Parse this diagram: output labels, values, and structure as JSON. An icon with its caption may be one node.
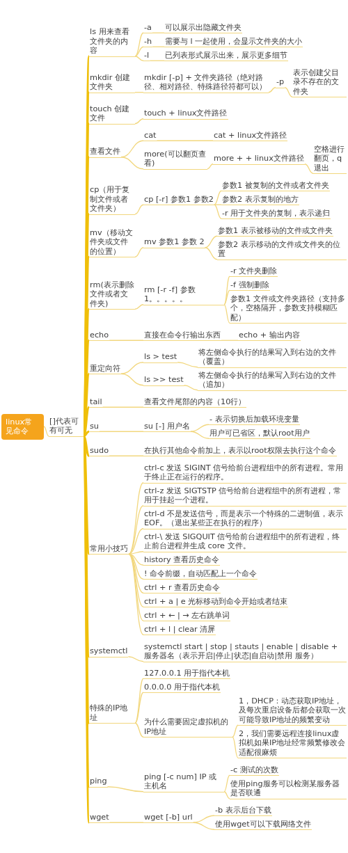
{
  "diagram": {
    "nodes": [
      {
        "text": [
          "linux常见命令"
        ]
      },
      {
        "text": [
          "[]代表可有可无"
        ]
      },
      {
        "text": [
          "ls 用来查看文件夹的内容"
        ]
      },
      {
        "text": [
          "-a"
        ]
      },
      {
        "text": [
          "可以展示出隐藏文件夹"
        ]
      },
      {
        "text": [
          "-h"
        ]
      },
      {
        "text": [
          "需要与 l 一起使用，会显示文件夹的大小"
        ]
      },
      {
        "text": [
          "-l"
        ]
      },
      {
        "text": [
          "已列表形式展示出来，展示更多细节"
        ]
      },
      {
        "text": [
          "mkdir 创建文件夹"
        ]
      },
      {
        "text": [
          "mkdir [-p] + 文件夹路径（绝对路径、相对路径、特殊路径符都可以）"
        ]
      },
      {
        "text": [
          "-p"
        ]
      },
      {
        "text": [
          "表示创建父目录不存在的文件夹"
        ]
      },
      {
        "text": [
          "touch 创建文件"
        ]
      },
      {
        "text": [
          "touch + linux文件路径"
        ]
      },
      {
        "text": [
          "查看文件"
        ]
      },
      {
        "text": [
          "cat"
        ]
      },
      {
        "text": [
          "cat + linux文件路径"
        ]
      },
      {
        "text": [
          "more(可以翻页查看)"
        ]
      },
      {
        "text": [
          "more + + linux文件路径"
        ]
      },
      {
        "text": [
          "空格进行翻页，q退出"
        ]
      },
      {
        "text": [
          "cp（用于复制文件或者文件夹）"
        ]
      },
      {
        "text": [
          "cp [-r] 参数1 参数2"
        ]
      },
      {
        "text": [
          "参数1 被复制的文件或者文件夹"
        ]
      },
      {
        "text": [
          "参数2 表示复制的地方"
        ]
      },
      {
        "text": [
          "-r 用于文件夹的复制，表示递归"
        ]
      },
      {
        "text": [
          "mv（移动文件夹或文件的位置）"
        ]
      },
      {
        "text": [
          "mv 参数1 参数 2"
        ]
      },
      {
        "text": [
          "参数1 表示被移动的文件或文件夹"
        ]
      },
      {
        "text": [
          "参数2 表示移动的文件或文件夹的位置"
        ]
      },
      {
        "text": [
          "rm(表示删除文件或者文件夹)"
        ]
      },
      {
        "text": [
          "rm [-r -f] 参数1。。。。。"
        ]
      },
      {
        "text": [
          "-r 文件夹删除"
        ]
      },
      {
        "text": [
          "-f 强制删除"
        ]
      },
      {
        "text": [
          "参数1 文件或文件夹路径（支持多个，空格隔开，参数支持模糊匹配）"
        ]
      },
      {
        "text": [
          "echo"
        ]
      },
      {
        "text": [
          "直接在命令行输出东西"
        ]
      },
      {
        "text": [
          "echo + 输出内容"
        ]
      },
      {
        "text": [
          "重定向符"
        ]
      },
      {
        "text": [
          "ls > test"
        ]
      },
      {
        "text": [
          "将左侧命令执行的结果写入到右边的文件（覆盖）"
        ]
      },
      {
        "text": [
          "ls >> test"
        ]
      },
      {
        "text": [
          "将左侧命令执行的结果写入到右边的文件（追加）"
        ]
      },
      {
        "text": [
          "tail"
        ]
      },
      {
        "text": [
          "查看文件尾部的内容（10行）"
        ]
      },
      {
        "text": [
          "su"
        ]
      },
      {
        "text": [
          "su [-] 用户名"
        ]
      },
      {
        "text": [
          "- 表示切换后加载环境变量"
        ]
      },
      {
        "text": [
          "用户可已省区，默认root用户"
        ]
      },
      {
        "text": [
          "sudo"
        ]
      },
      {
        "text": [
          "在执行其他命令前加上，表示以root权限去执行这个命令"
        ]
      },
      {
        "text": [
          "常用小技巧"
        ]
      },
      {
        "text": [
          "ctrl-c 发送 SIGINT 信号给前台进程组中的所有进程。常用于终止正在运行的程序。"
        ]
      },
      {
        "text": [
          "ctrl-z 发送 SIGTSTP 信号给前台进程组中的所有进程，常用于挂起一个进程。"
        ]
      },
      {
        "text": [
          "ctrl-d 不是发送信号，而是表示一个特殊的二进制值，表示 EOF。（退出某些正在执行的程序）"
        ]
      },
      {
        "text": [
          "ctrl-\\ 发送 SIGQUIT 信号给前台进程组中的所有进程，终止前台进程并生成 core 文件。"
        ]
      },
      {
        "text": [
          "history 查看历史命令"
        ]
      },
      {
        "text": [
          "! 命令前缀，自动匹配上一个命令"
        ]
      },
      {
        "text": [
          "ctrl + r 查看历史命令"
        ]
      },
      {
        "text": [
          "ctrl + a | e 光标移动到命令开始或者结束"
        ]
      },
      {
        "text": [
          "ctrl + ← | → 左右跳单词"
        ]
      },
      {
        "text": [
          "ctrl + l | clear 清屏"
        ]
      },
      {
        "text": [
          "systemctl"
        ]
      },
      {
        "text": [
          "systemctl start | stop | stauts | enable | disable + 服务器名（表示开启|停止|状态|自启动|禁用 服务）"
        ]
      },
      {
        "text": [
          "特殊的IP地址"
        ]
      },
      {
        "text": [
          "127.0.0.1 用于指代本机"
        ]
      },
      {
        "text": [
          "0.0.0.0 用于指代本机"
        ]
      },
      {
        "text": [
          "为什么需要固定虚拟机的IP地址"
        ]
      },
      {
        "text": [
          "1，DHCP：动态获取IP地址，及每次重启设备后都会获取一次可能导致IP地址的频繁变动"
        ]
      },
      {
        "text": [
          "2，我们需要远程连接linux虚拟机如果IP地址经常频繁修改会适配很麻烦"
        ]
      },
      {
        "text": [
          "ping"
        ]
      },
      {
        "text": [
          "ping [-c num] IP 或主机名"
        ]
      },
      {
        "text": [
          "-c 测试的次数"
        ]
      },
      {
        "text": [
          "使用ping服务可以检测某服务器是否联通"
        ]
      },
      {
        "text": [
          "wget"
        ]
      },
      {
        "text": [
          "wget [-b] url"
        ]
      },
      {
        "text": [
          "-b 表示后台下载"
        ]
      },
      {
        "text": [
          "使用wget可以下载网络文件"
        ]
      }
    ],
    "edges": [
      {
        "from": 0,
        "to": 1,
        "arrow": "none"
      },
      {
        "from": 1,
        "to": 2,
        "arrow": "none",
        "style": "thick",
        "color": "#efbf0a"
      },
      {
        "from": 2,
        "to": 3,
        "arrow": "none"
      },
      {
        "from": 3,
        "to": 4,
        "arrow": "none"
      },
      {
        "from": 2,
        "to": 5,
        "arrow": "none"
      },
      {
        "from": 5,
        "to": 6,
        "arrow": "none"
      },
      {
        "from": 2,
        "to": 7,
        "arrow": "none"
      },
      {
        "from": 7,
        "to": 8,
        "arrow": "none"
      },
      {
        "from": 1,
        "to": 9,
        "arrow": "none",
        "style": "thick",
        "color": "#efbf0a"
      },
      {
        "from": 9,
        "to": 10,
        "arrow": "none"
      },
      {
        "from": 10,
        "to": 11,
        "arrow": "none"
      },
      {
        "from": 11,
        "to": 12,
        "arrow": "none"
      },
      {
        "from": 1,
        "to": 13,
        "arrow": "none",
        "style": "thick",
        "color": "#efbf0a"
      },
      {
        "from": 13,
        "to": 14,
        "arrow": "none"
      },
      {
        "from": 1,
        "to": 15,
        "arrow": "none",
        "style": "thick",
        "color": "#efbf0a"
      },
      {
        "from": 15,
        "to": 16,
        "arrow": "none"
      },
      {
        "from": 16,
        "to": 17,
        "arrow": "none"
      },
      {
        "from": 15,
        "to": 18,
        "arrow": "none"
      },
      {
        "from": 18,
        "to": 19,
        "arrow": "none"
      },
      {
        "from": 19,
        "to": 20,
        "arrow": "none"
      },
      {
        "from": 1,
        "to": 21,
        "arrow": "none",
        "style": "thick",
        "color": "#efbf0a"
      },
      {
        "from": 21,
        "to": 22,
        "arrow": "none"
      },
      {
        "from": 22,
        "to": 23,
        "arrow": "none"
      },
      {
        "from": 22,
        "to": 24,
        "arrow": "none"
      },
      {
        "from": 22,
        "to": 25,
        "arrow": "none"
      },
      {
        "from": 1,
        "to": 26,
        "arrow": "none",
        "style": "thick",
        "color": "#efbf0a"
      },
      {
        "from": 26,
        "to": 27,
        "arrow": "none"
      },
      {
        "from": 27,
        "to": 28,
        "arrow": "none"
      },
      {
        "from": 27,
        "to": 29,
        "arrow": "none"
      },
      {
        "from": 1,
        "to": 30,
        "arrow": "none",
        "style": "thick",
        "color": "#efbf0a"
      },
      {
        "from": 30,
        "to": 31,
        "arrow": "none"
      },
      {
        "from": 31,
        "to": 32,
        "arrow": "none"
      },
      {
        "from": 31,
        "to": 33,
        "arrow": "none"
      },
      {
        "from": 31,
        "to": 34,
        "arrow": "none"
      },
      {
        "from": 1,
        "to": 35,
        "arrow": "none",
        "style": "thick",
        "color": "#efbf0a"
      },
      {
        "from": 35,
        "to": 36,
        "arrow": "none"
      },
      {
        "from": 36,
        "to": 37,
        "arrow": "none"
      },
      {
        "from": 1,
        "to": 38,
        "arrow": "none",
        "style": "thick",
        "color": "#efbf0a"
      },
      {
        "from": 38,
        "to": 39,
        "arrow": "none"
      },
      {
        "from": 39,
        "to": 40,
        "arrow": "none"
      },
      {
        "from": 38,
        "to": 41,
        "arrow": "none"
      },
      {
        "from": 41,
        "to": 42,
        "arrow": "none"
      },
      {
        "from": 1,
        "to": 43,
        "arrow": "none",
        "style": "thick",
        "color": "#efbf0a"
      },
      {
        "from": 43,
        "to": 44,
        "arrow": "none"
      },
      {
        "from": 1,
        "to": 45,
        "arrow": "none",
        "style": "thick",
        "color": "#efbf0a"
      },
      {
        "from": 45,
        "to": 46,
        "arrow": "none"
      },
      {
        "from": 46,
        "to": 47,
        "arrow": "none"
      },
      {
        "from": 46,
        "to": 48,
        "arrow": "none"
      },
      {
        "from": 1,
        "to": 49,
        "arrow": "none",
        "style": "thick",
        "color": "#efbf0a"
      },
      {
        "from": 49,
        "to": 50,
        "arrow": "none"
      },
      {
        "from": 1,
        "to": 51,
        "arrow": "none",
        "style": "thick",
        "color": "#efbf0a"
      },
      {
        "from": 51,
        "to": 52,
        "arrow": "none"
      },
      {
        "from": 51,
        "to": 53,
        "arrow": "none"
      },
      {
        "from": 51,
        "to": 54,
        "arrow": "none"
      },
      {
        "from": 51,
        "to": 55,
        "arrow": "none"
      },
      {
        "from": 51,
        "to": 56,
        "arrow": "none"
      },
      {
        "from": 51,
        "to": 57,
        "arrow": "none"
      },
      {
        "from": 51,
        "to": 58,
        "arrow": "none"
      },
      {
        "from": 51,
        "to": 59,
        "arrow": "none"
      },
      {
        "from": 51,
        "to": 60,
        "arrow": "none"
      },
      {
        "from": 51,
        "to": 61,
        "arrow": "none"
      },
      {
        "from": 1,
        "to": 62,
        "arrow": "none",
        "style": "thick",
        "color": "#efbf0a"
      },
      {
        "from": 62,
        "to": 63,
        "arrow": "none"
      },
      {
        "from": 1,
        "to": 64,
        "arrow": "none",
        "style": "thick",
        "color": "#efbf0a"
      },
      {
        "from": 64,
        "to": 65,
        "arrow": "none"
      },
      {
        "from": 64,
        "to": 66,
        "arrow": "none"
      },
      {
        "from": 64,
        "to": 67,
        "arrow": "none"
      },
      {
        "from": 67,
        "to": 68,
        "arrow": "none"
      },
      {
        "from": 67,
        "to": 69,
        "arrow": "none"
      },
      {
        "from": 1,
        "to": 70,
        "arrow": "none",
        "style": "thick",
        "color": "#efbf0a"
      },
      {
        "from": 70,
        "to": 71,
        "arrow": "none"
      },
      {
        "from": 71,
        "to": 72,
        "arrow": "none"
      },
      {
        "from": 71,
        "to": 73,
        "arrow": "none"
      },
      {
        "from": 1,
        "to": 74,
        "arrow": "none",
        "style": "thick",
        "color": "#efbf0a"
      },
      {
        "from": 74,
        "to": 75,
        "arrow": "none"
      },
      {
        "from": 75,
        "to": 76,
        "arrow": "none"
      },
      {
        "from": 75,
        "to": 77,
        "arrow": "none"
      }
    ]
  }
}
